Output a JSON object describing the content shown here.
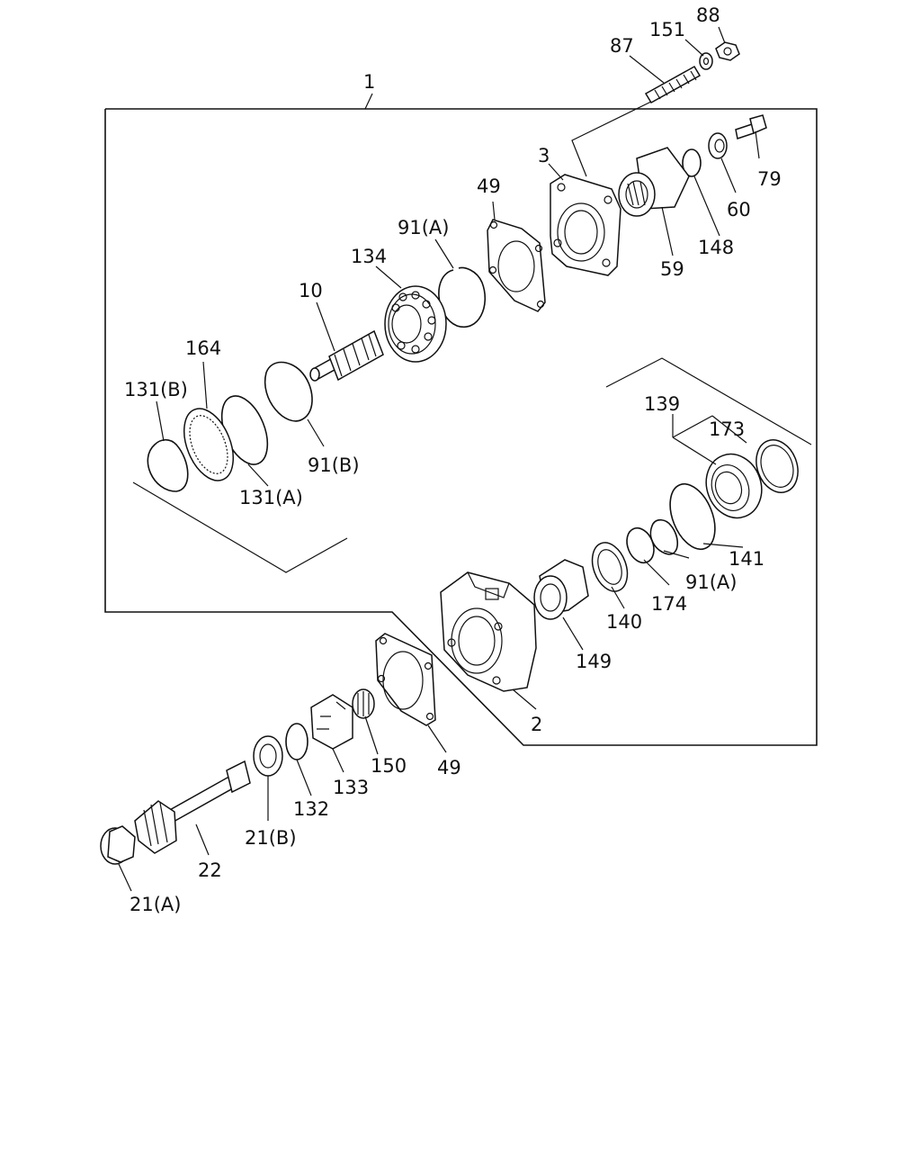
{
  "diagram": {
    "labels": {
      "l1": "1",
      "l2": "2",
      "l3": "3",
      "l10": "10",
      "l21a": "21(A)",
      "l21b": "21(B)",
      "l22": "22",
      "l49a": "49",
      "l49b": "49",
      "l59": "59",
      "l60": "60",
      "l79": "79",
      "l87": "87",
      "l88": "88",
      "l91a1": "91(A)",
      "l91a2": "91(A)",
      "l91b": "91(B)",
      "l131a": "131(A)",
      "l131b": "131(B)",
      "l132": "132",
      "l133": "133",
      "l134": "134",
      "l139": "139",
      "l140": "140",
      "l141": "141",
      "l148": "148",
      "l149": "149",
      "l150": "150",
      "l151": "151",
      "l164": "164",
      "l173": "173",
      "l174": "174"
    }
  }
}
